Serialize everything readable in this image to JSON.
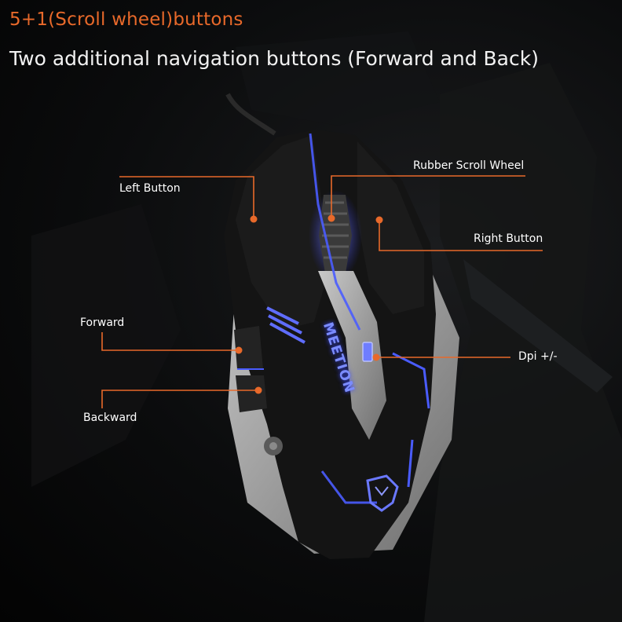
{
  "header": {
    "title": "5+1(Scroll wheel)buttons",
    "subtitle": "Two additional navigation buttons (Forward and Back)"
  },
  "product": {
    "brand_logo_text": "MEETION"
  },
  "callouts": {
    "left_button": "Left Button",
    "scroll_wheel": "Rubber Scroll Wheel",
    "right_button": "Right Button",
    "forward": "Forward",
    "dpi": "Dpi +/-",
    "backward": "Backward"
  },
  "colors": {
    "accent": "#e8692a",
    "background": "#0b0c0d",
    "mouse_shell": "#151515",
    "mouse_silver": "#9a9a9a",
    "led_glow": "#4a5cff",
    "leader_line": "#e8692a",
    "text": "#ffffff"
  }
}
